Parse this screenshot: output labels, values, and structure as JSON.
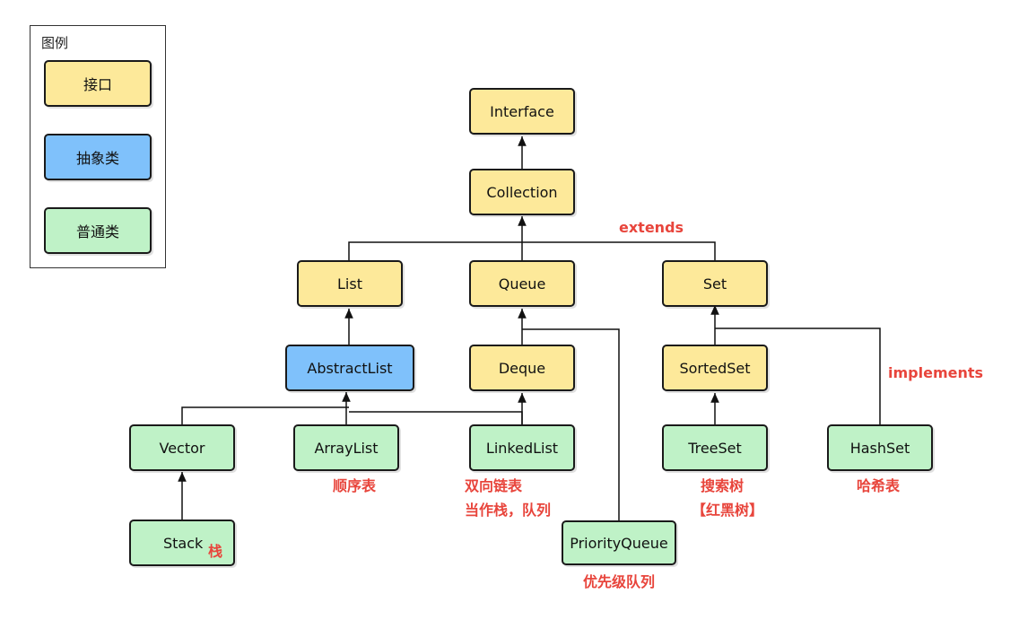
{
  "colors": {
    "interface": "#fde99a",
    "abstract_class": "#7fc1fb",
    "class": "#bff2c7",
    "annotation": "#e8453c",
    "line": "#111111"
  },
  "legend": {
    "title": "图例",
    "items": [
      {
        "label": "接口",
        "kind": "interface"
      },
      {
        "label": "抽象类",
        "kind": "abstract_class"
      },
      {
        "label": "普通类",
        "kind": "class"
      }
    ]
  },
  "nodes": {
    "interface": {
      "label": "Interface",
      "kind": "interface"
    },
    "collection": {
      "label": "Collection",
      "kind": "interface"
    },
    "list": {
      "label": "List",
      "kind": "interface"
    },
    "queue": {
      "label": "Queue",
      "kind": "interface"
    },
    "set": {
      "label": "Set",
      "kind": "interface"
    },
    "abstractlist": {
      "label": "AbstractList",
      "kind": "abstract_class"
    },
    "deque": {
      "label": "Deque",
      "kind": "interface"
    },
    "sortedset": {
      "label": "SortedSet",
      "kind": "interface"
    },
    "vector": {
      "label": "Vector",
      "kind": "class"
    },
    "arraylist": {
      "label": "ArrayList",
      "kind": "class"
    },
    "linkedlist": {
      "label": "LinkedList",
      "kind": "class"
    },
    "treeset": {
      "label": "TreeSet",
      "kind": "class"
    },
    "hashset": {
      "label": "HashSet",
      "kind": "class"
    },
    "stack": {
      "label": "Stack",
      "kind": "class"
    },
    "priorityqueue": {
      "label": "PriorityQueue",
      "kind": "class"
    }
  },
  "edges": [
    {
      "from": "collection",
      "to": "interface"
    },
    {
      "from": "list",
      "to": "collection"
    },
    {
      "from": "queue",
      "to": "collection"
    },
    {
      "from": "set",
      "to": "collection"
    },
    {
      "from": "abstractlist",
      "to": "list"
    },
    {
      "from": "deque",
      "to": "queue"
    },
    {
      "from": "priorityqueue",
      "to": "queue"
    },
    {
      "from": "sortedset",
      "to": "set"
    },
    {
      "from": "hashset",
      "to": "set"
    },
    {
      "from": "vector",
      "to": "abstractlist"
    },
    {
      "from": "arraylist",
      "to": "abstractlist"
    },
    {
      "from": "linkedlist",
      "to": "abstractlist"
    },
    {
      "from": "linkedlist",
      "to": "deque"
    },
    {
      "from": "treeset",
      "to": "sortedset"
    },
    {
      "from": "stack",
      "to": "vector"
    }
  ],
  "annotations": {
    "extends": "extends",
    "implements": "implements",
    "arraylist": "顺序表",
    "linkedlist_1": "双向链表",
    "linkedlist_2": "当作栈，队列",
    "treeset_1": "搜索树",
    "treeset_2": "【红黑树】",
    "hashset": "哈希表",
    "stack": "栈",
    "priorityqueue": "优先级队列"
  }
}
